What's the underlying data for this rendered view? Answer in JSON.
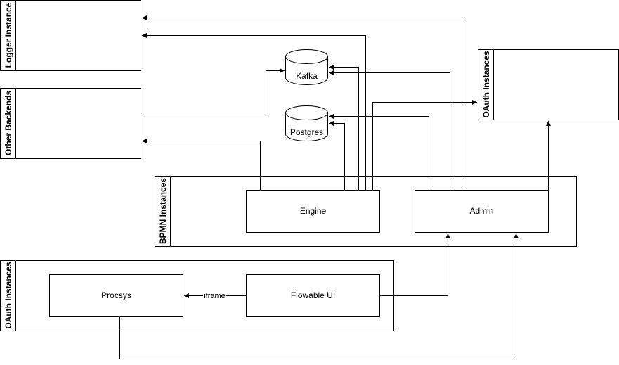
{
  "groups": {
    "logger": {
      "title": "Logger Instance"
    },
    "other_backends": {
      "title": "Other Backends"
    },
    "oauth_top": {
      "title": "OAuth Instances"
    },
    "bpmn": {
      "title": "BPMN Instances"
    },
    "oauth_bottom": {
      "title": "OAuth Instances"
    }
  },
  "nodes": {
    "engine": "Engine",
    "admin": "Admin",
    "procsys": "Procsys",
    "flowable_ui": "Flowable UI",
    "kafka": "Kafka",
    "postgres": "Postgres"
  },
  "edges": {
    "iframe_label": "iframe"
  }
}
